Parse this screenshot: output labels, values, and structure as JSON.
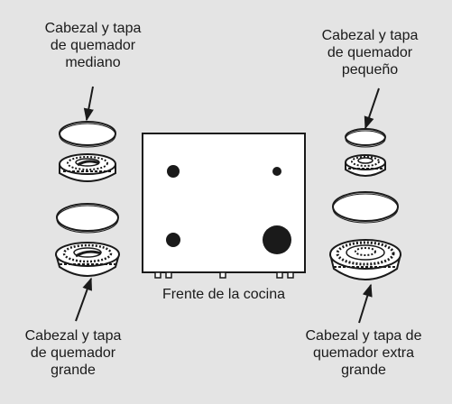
{
  "labels": {
    "medium_burner": [
      "Cabezal y tapa",
      "de quemador",
      "mediano"
    ],
    "small_burner": [
      "Cabezal y tapa",
      "de quemador",
      "pequeño"
    ],
    "large_burner": [
      "Cabezal y tapa",
      "de quemador",
      "grande"
    ],
    "extra_large_burner": [
      "Cabezal y tapa de",
      "quemador extra",
      "grande"
    ],
    "cooktop_front": "Frente de la cocina"
  },
  "colors": {
    "background": "#e4e4e4",
    "line": "#1a1a1a",
    "fill": "#ffffff"
  }
}
